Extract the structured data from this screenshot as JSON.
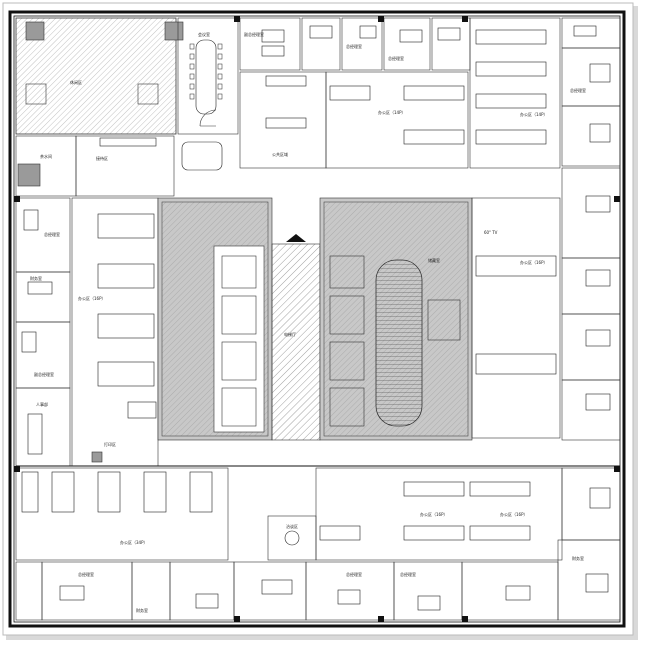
{
  "labels": {
    "open_office_34p_top": "办公区（34P）",
    "open_office_14p_right": "办公区（14P）",
    "open_office_16p_right": "办公区（16P）",
    "open_office_16p_left": "办公区（16P）",
    "open_office_16p_bottom": "办公区（16P）",
    "open_office_34p_bottom": "办公区（34P）",
    "public_area": "公共区域",
    "meeting_room": "会议室",
    "reception": "接待区",
    "tea_room": "茶水间",
    "finance_room": "财务室",
    "finance_room_right": "财务室",
    "manager_office": "总经理室",
    "manager_office_2": "总经理室",
    "manager_office_3": "总经理室",
    "lobby": "电梯厅",
    "print_room": "打印区",
    "storage": "储藏室",
    "vp_office": "副总经理室",
    "hr_office": "人事部",
    "tv_label": "60\" TV",
    "rest_area": "洽谈区",
    "lounge": "休闲区"
  }
}
